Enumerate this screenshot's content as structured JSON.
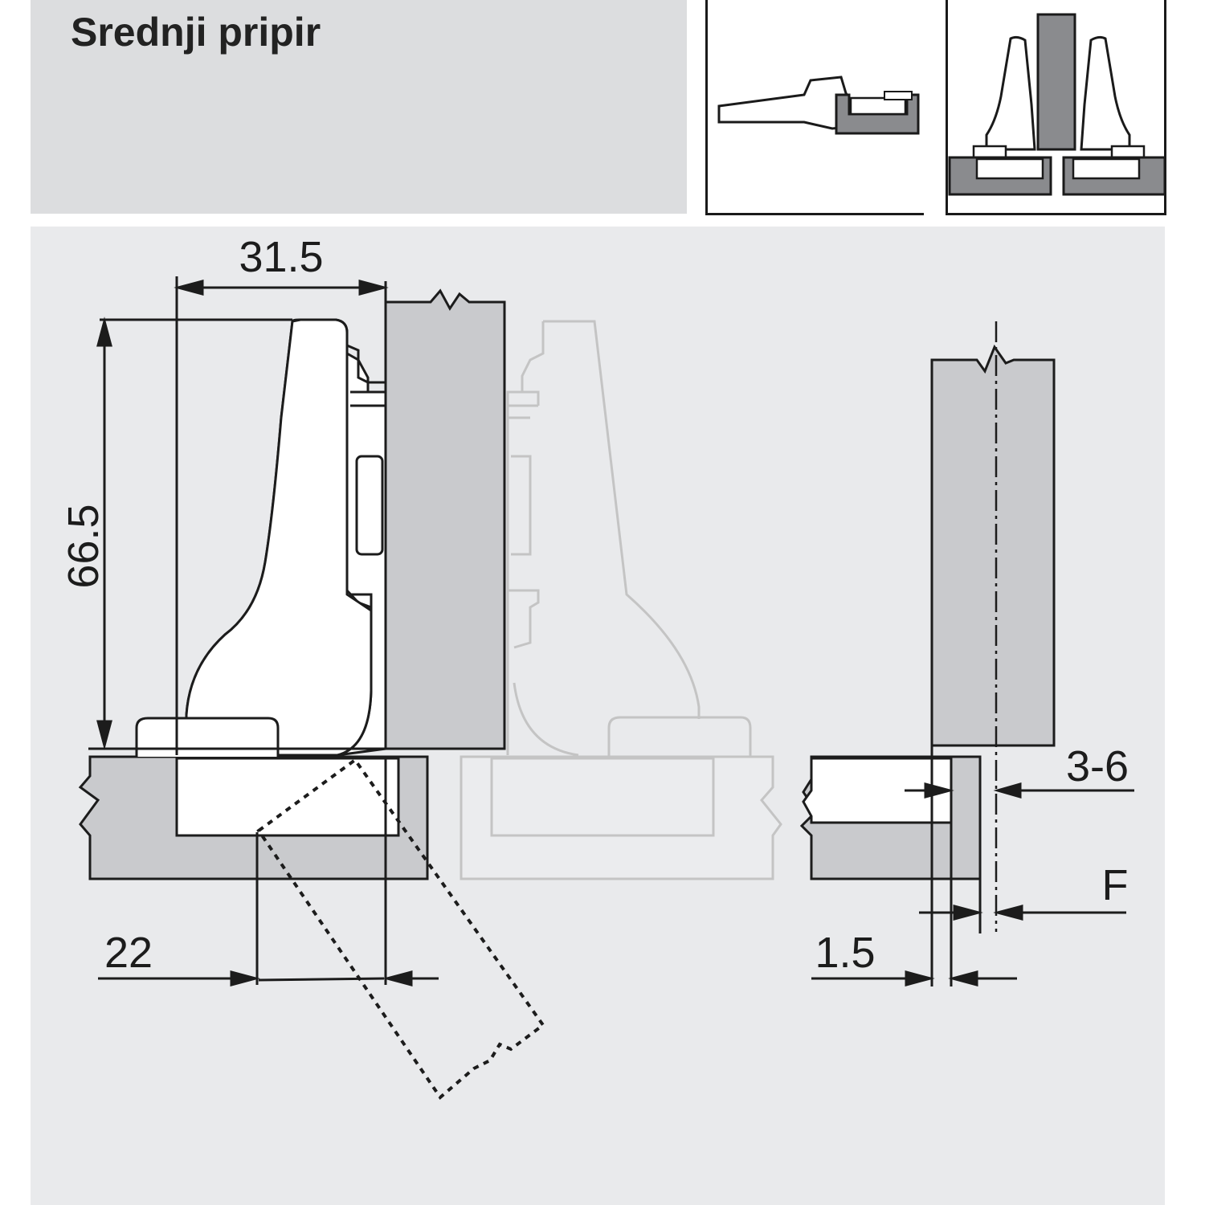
{
  "title": "Srednji pripir",
  "dimensions": {
    "width_top": "31.5",
    "height_left": "66.5",
    "distance_bottom": "22",
    "offset_right": "3-6",
    "overlay": "F",
    "gap": "1.5"
  },
  "colors": {
    "panel_light": "#dcdddf",
    "panel_main": "#e9eaec",
    "board_gray": "#c9cacd",
    "board_dark": "#6f7073",
    "line": "#1c1c1c",
    "ghost_line": "#c4c4c4"
  }
}
